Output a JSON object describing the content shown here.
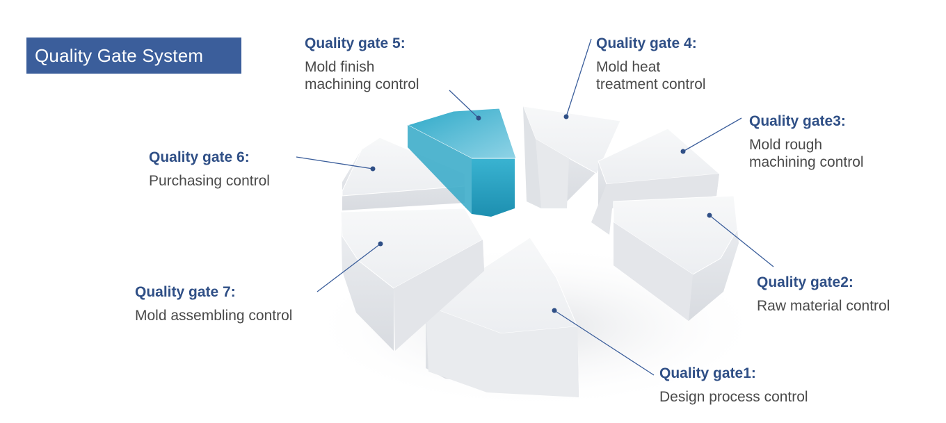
{
  "title": "Quality Gate System",
  "colors": {
    "title_bg": "#3b5e9b",
    "accent": "#3db5d2",
    "label_title": "#2f4f86",
    "label_text": "#4a4a4a",
    "slice_top": "#f2f3f5",
    "slice_side": "#e3e5e9"
  },
  "gates": [
    {
      "id": 1,
      "title": "Quality gate1:",
      "desc": "Design process control",
      "highlighted": false
    },
    {
      "id": 2,
      "title": "Quality gate2:",
      "desc": "Raw material control",
      "highlighted": false
    },
    {
      "id": 3,
      "title": "Quality gate3:",
      "desc": "Mold rough\nmachining control",
      "highlighted": false
    },
    {
      "id": 4,
      "title": "Quality gate 4:",
      "desc": "Mold heat\ntreatment control",
      "highlighted": false
    },
    {
      "id": 5,
      "title": "Quality gate 5:",
      "desc": "Mold finish\nmachining control",
      "highlighted": true
    },
    {
      "id": 6,
      "title": "Quality gate 6:",
      "desc": "Purchasing control",
      "highlighted": false
    },
    {
      "id": 7,
      "title": "Quality gate 7:",
      "desc": "Mold assembling control",
      "highlighted": false
    }
  ]
}
